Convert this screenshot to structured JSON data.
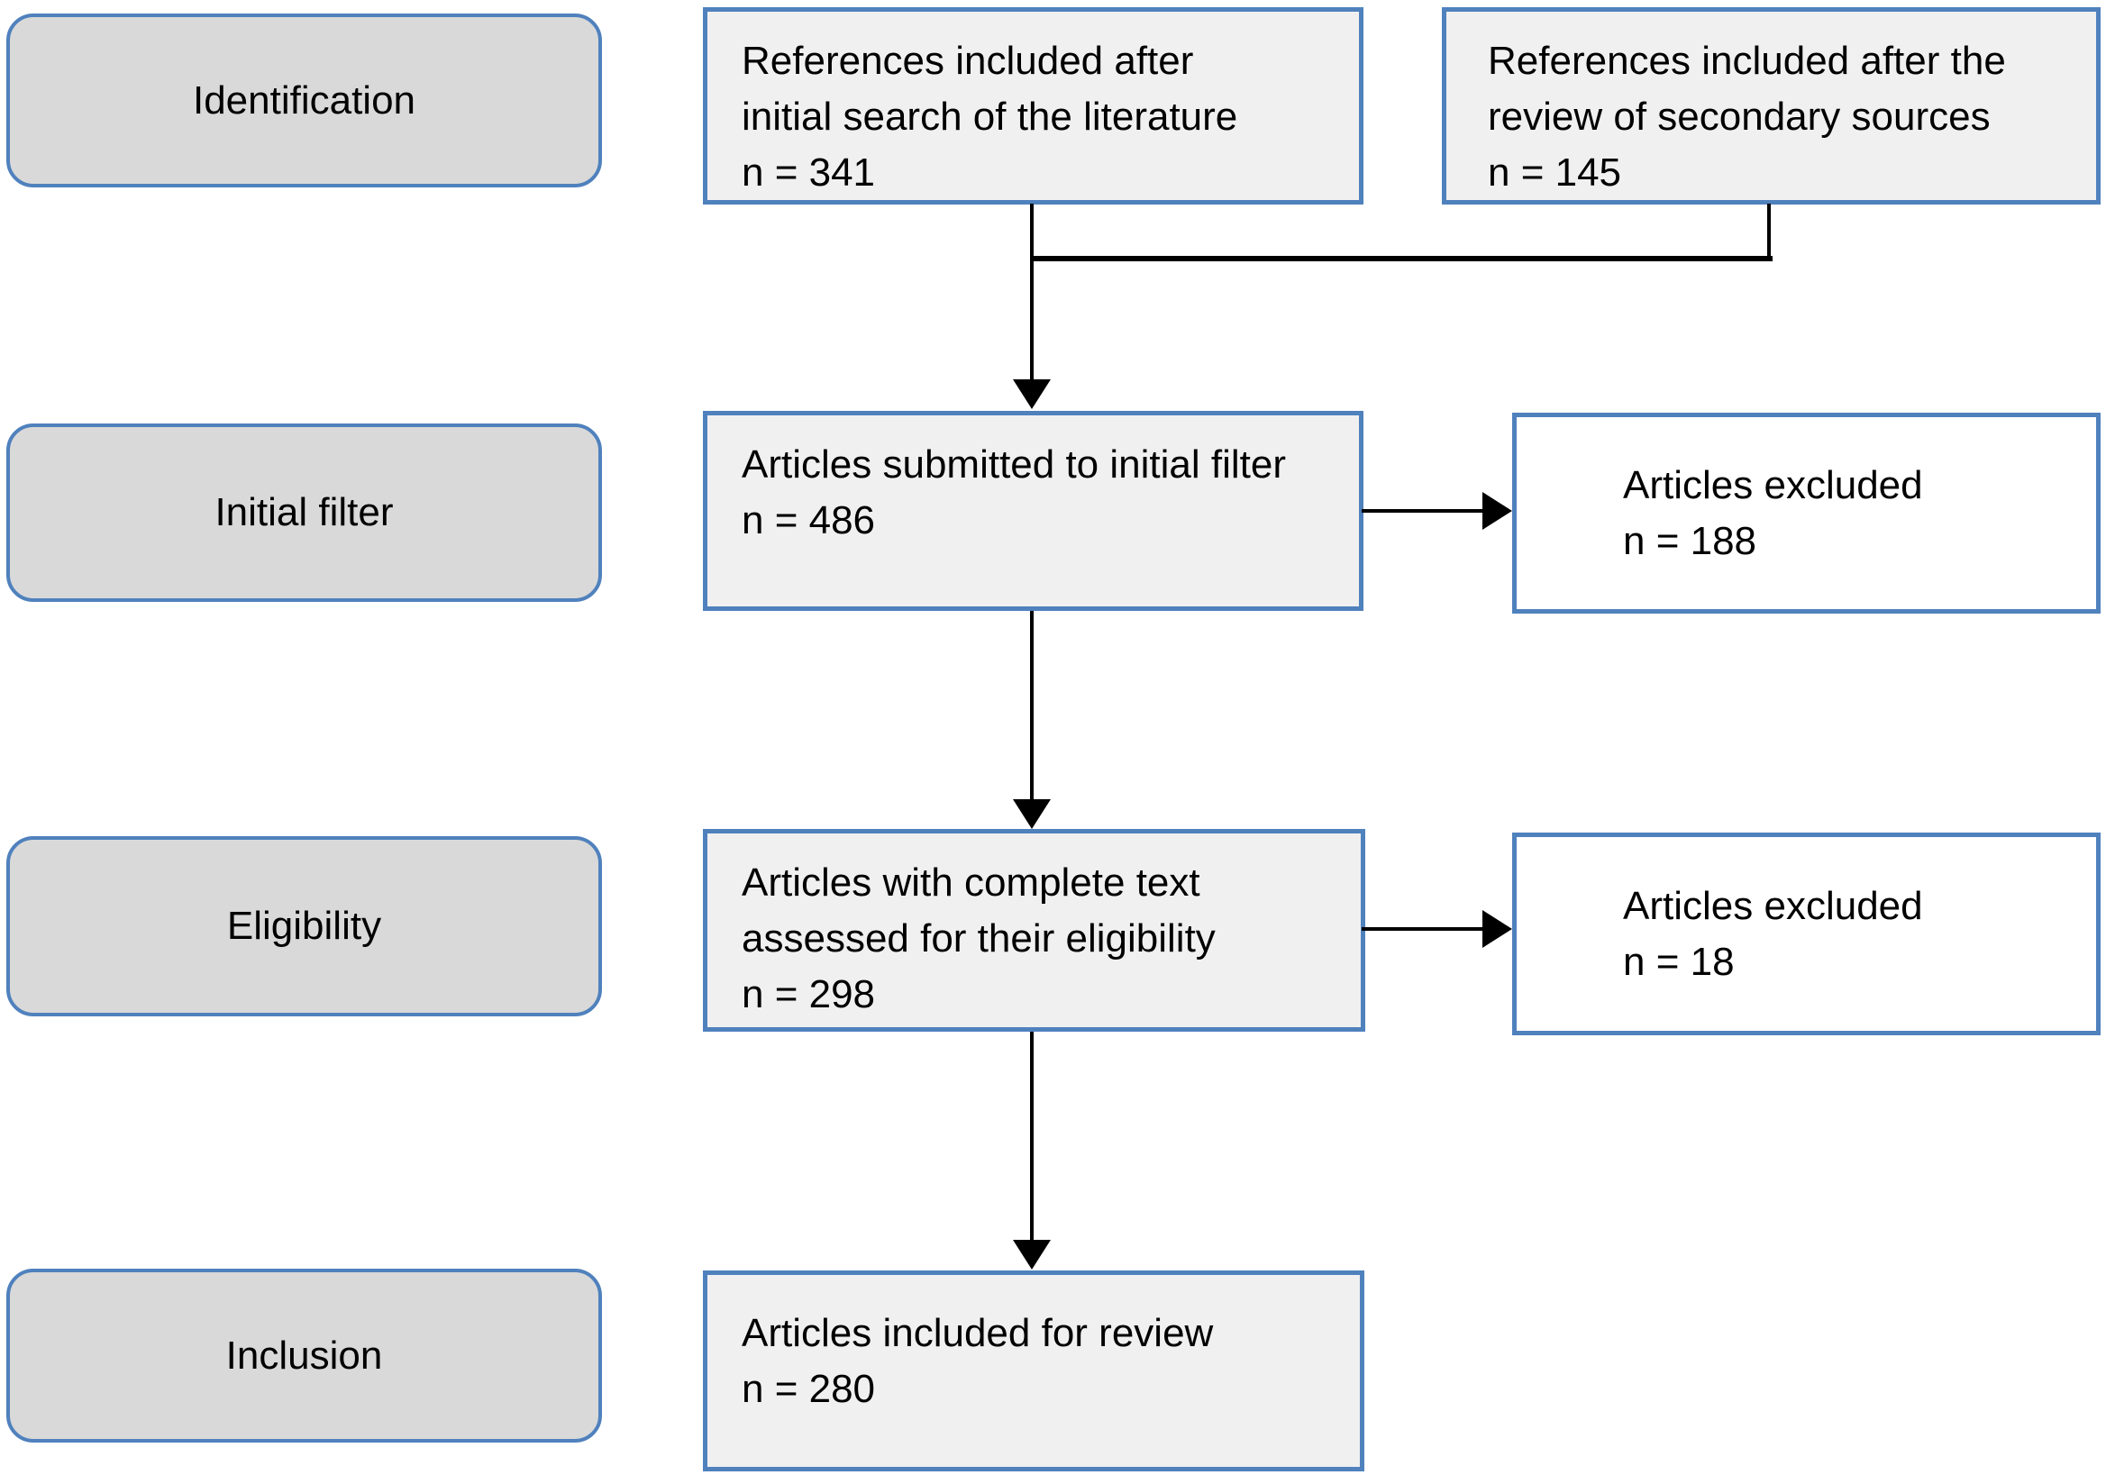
{
  "diagram": {
    "stages": [
      {
        "label": "Identification"
      },
      {
        "label": "Initial filter"
      },
      {
        "label": "Eligibility"
      },
      {
        "label": "Inclusion"
      }
    ],
    "boxes": {
      "initial_search": {
        "text": "References included after\ninitial search of the literature",
        "count": "n = 341"
      },
      "secondary_sources": {
        "text": "References included after the\nreview of secondary sources",
        "count": "n = 145"
      },
      "initial_filter": {
        "text": "Articles submitted to initial filter",
        "count": "n = 486"
      },
      "excluded_filter": {
        "text": "Articles excluded",
        "count": "n = 188"
      },
      "eligibility": {
        "text": "Articles with complete text\nassessed for their eligibility",
        "count": "n = 298"
      },
      "excluded_eligibility": {
        "text": "Articles excluded",
        "count": "n = 18"
      },
      "included": {
        "text": "Articles included for review",
        "count": "n = 280"
      }
    },
    "colors": {
      "border_blue": "#4f81bd",
      "stage_fill": "#d9d9d9",
      "process_fill": "#f0f0f1",
      "excluded_fill": "#ffffff",
      "arrow_color": "#000000",
      "bg": "#ffffff"
    }
  }
}
